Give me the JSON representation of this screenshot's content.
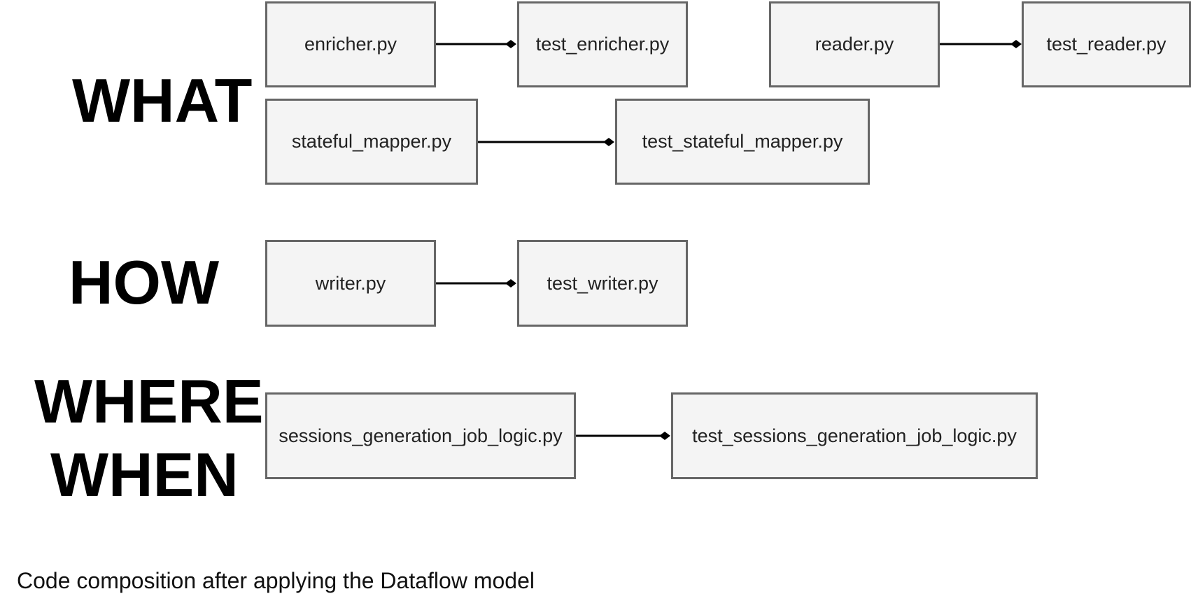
{
  "sections": {
    "what": "WHAT",
    "how": "HOW",
    "where": "WHERE",
    "when": "WHEN"
  },
  "files": {
    "enricher": "enricher.py",
    "test_enricher": "test_enricher.py",
    "reader": "reader.py",
    "test_reader": "test_reader.py",
    "stateful_mapper": "stateful_mapper.py",
    "test_stateful_mapper": "test_stateful_mapper.py",
    "writer": "writer.py",
    "test_writer": "test_writer.py",
    "sessions_logic": "sessions_generation_job_logic.py",
    "test_sessions_logic": "test_sessions_generation_job_logic.py"
  },
  "caption": "Code composition after applying the Dataflow model"
}
